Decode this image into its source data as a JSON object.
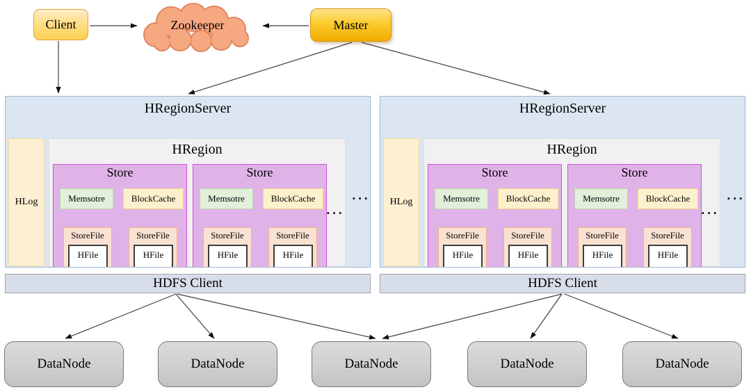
{
  "labels": {
    "client": "Client",
    "zookeeper": "Zookeeper",
    "master": "Master",
    "hregionserver": "HRegionServer",
    "hregion": "HRegion",
    "hlog": "HLog",
    "store": "Store",
    "memstore": "Memsotre",
    "blockcache": "BlockCache",
    "storefile": "StoreFile",
    "hfile": "HFile",
    "hdfs_client": "HDFS Client",
    "datanode": "DataNode",
    "ellipsis": "···"
  },
  "colors": {
    "client_fill": "#fbd052",
    "client_border": "#e2a43d",
    "master_fill": "#f1ab00",
    "master_border": "#cf9520",
    "zookeeper_fill": "#f6a881",
    "zookeeper_border": "#df8660",
    "hregionserver_fill": "#dce6f2",
    "hregionserver_border": "#9fb6d4",
    "hlog_fill": "#fdf0d2",
    "hregion_fill": "#f1f1f1",
    "store_fill": "#e0b3e8",
    "store_border": "#d351d8",
    "memstore_fill": "#e2efd9",
    "blockcache_fill": "#fdf0cc",
    "storefile_fill": "#fae2d3",
    "hfile_fill": "#ffffff",
    "hdfs_fill": "#d8dee9",
    "datanode_fill": "#cccccc",
    "line": "#3f3f3f"
  },
  "counts": {
    "region_servers": 2,
    "stores_per_region": 2,
    "datanodes": 5
  }
}
